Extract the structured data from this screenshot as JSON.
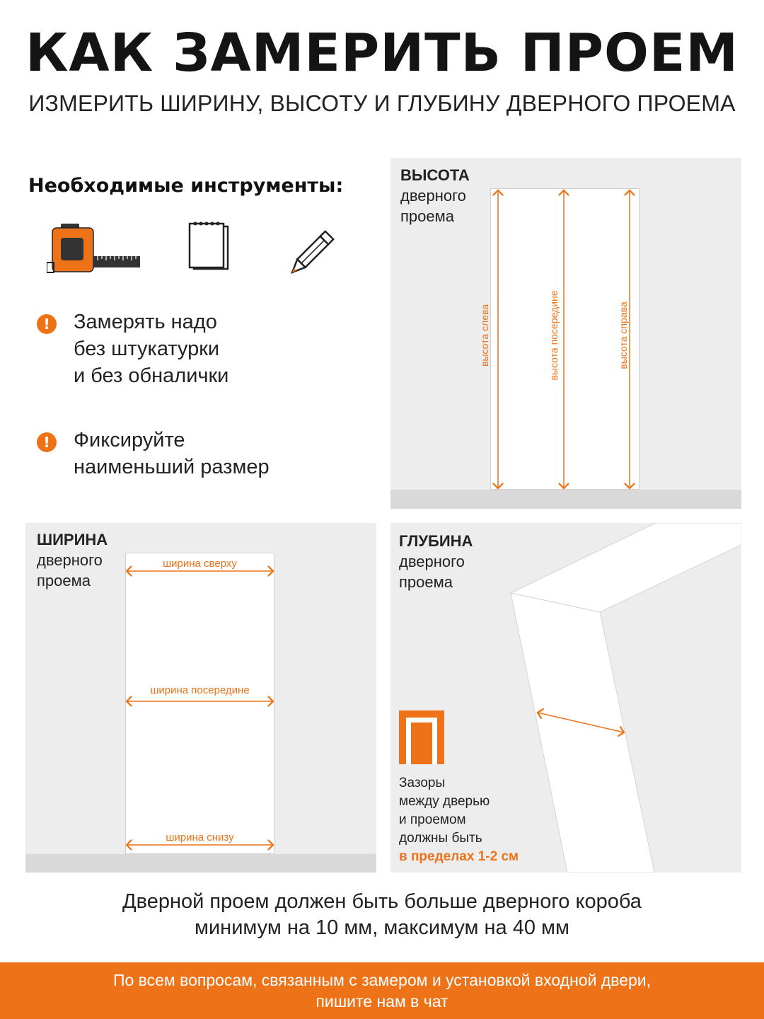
{
  "header": {
    "title": "КАК ЗАМЕРИТЬ ПРОЕМ",
    "subtitle": "ИЗМЕРИТЬ ШИРИНУ, ВЫСОТУ И ГЛУБИНУ ДВЕРНОГО ПРОЕМА"
  },
  "tools": {
    "heading": "Необходимые инструменты:",
    "icons": [
      "tape-measure-icon",
      "notepad-icon",
      "pencil-icon"
    ]
  },
  "notes": [
    {
      "icon": "exclamation-icon",
      "mark": "!",
      "lines": [
        "Замерять надо",
        "без штукатурки",
        "и без обналички"
      ]
    },
    {
      "icon": "exclamation-icon",
      "mark": "!",
      "lines": [
        "Фиксируйте",
        "наименьший размер"
      ]
    }
  ],
  "height_panel": {
    "title": "ВЫСОТА",
    "line1": "дверного",
    "line2": "проема",
    "labels": [
      "высота слева",
      "высота посередине",
      "высота справа"
    ]
  },
  "width_panel": {
    "title": "ШИРИНА",
    "line1": "дверного",
    "line2": "проема",
    "labels": [
      "ширина сверху",
      "ширина посередине",
      "ширина снизу"
    ]
  },
  "depth_panel": {
    "title": "ГЛУБИНА",
    "line1": "дверного",
    "line2": "проема",
    "gap_lines": [
      "Зазоры",
      "между дверью",
      "и проемом",
      "должны быть"
    ],
    "gap_accent": "в пределах 1-2 см"
  },
  "bottom_note": {
    "line1": "Дверной проем должен быть больше дверного короба",
    "line2": "минимум на 10 мм, максимум на 40 мм"
  },
  "footer": {
    "line1": "По всем вопросам, связанным  с замером и установкой входной двери,",
    "line2": "пишите нам в чат"
  },
  "colors": {
    "accent": "#ee7218",
    "panel": "#ededed",
    "floor": "#d9d9d9",
    "dark": "#141414"
  }
}
